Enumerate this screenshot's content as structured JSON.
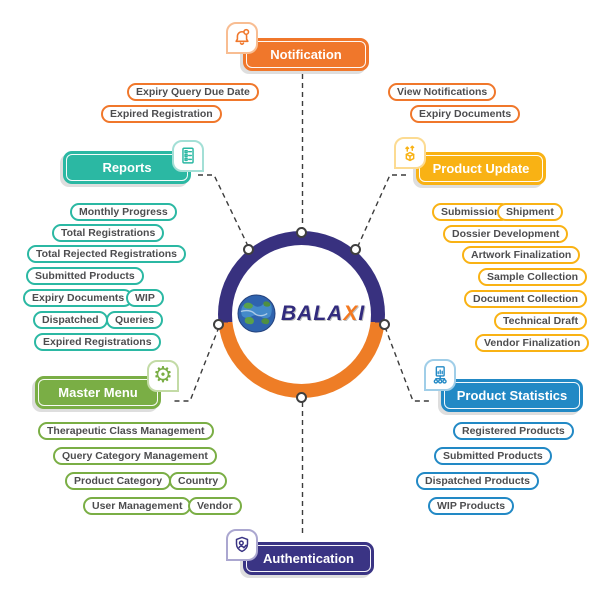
{
  "brand": {
    "prefix": "BALA",
    "accent": "X",
    "suffix": "I",
    "navy": "#312A7D",
    "orange": "#F47920"
  },
  "colors": {
    "notification": "#F0772B",
    "reports": "#2BB8A3",
    "product_update": "#F9B214",
    "master_menu": "#7AAE45",
    "product_statistics": "#2289C5",
    "authentication": "#3A3484",
    "ring_top": "#38317F",
    "ring_bottom": "#EE7D26",
    "pill_text": "#4D4D4F",
    "connector": "#3C3C3C"
  },
  "icons": {
    "notification": "bell-icon",
    "reports": "report-document-icon",
    "product_update": "package-shipment-icon",
    "master_menu": "gear-icon",
    "product_statistics": "statistics-chart-icon",
    "authentication": "shield-user-icon",
    "center": "globe-icon"
  },
  "branches": {
    "notification": {
      "label": "Notification",
      "items_left": [
        "Expiry Query Due Date",
        "Expired Registration"
      ],
      "items_right": [
        "View Notifications",
        "Expiry Documents"
      ]
    },
    "reports": {
      "label": "Reports",
      "items": [
        "Monthly Progress",
        "Total Registrations",
        "Total Rejected Registrations",
        "Submitted Products",
        "Expiry Documents",
        "WIP",
        "Dispatched",
        "Queries",
        "Expired Registrations"
      ]
    },
    "product_update": {
      "label": "Product Update",
      "items": [
        "Submission",
        "Shipment",
        "Dossier Development",
        "Artwork Finalization",
        "Sample Collection",
        "Document Collection",
        "Technical Draft",
        "Vendor Finalization"
      ]
    },
    "master_menu": {
      "label": "Master Menu",
      "items": [
        "Therapeutic Class Management",
        "Query Category Management",
        "Product Category",
        "Country",
        "User Management",
        "Vendor"
      ]
    },
    "product_statistics": {
      "label": "Product Statistics",
      "items": [
        "Registered Products",
        "Submitted Products",
        "Dispatched Products",
        "WIP Products"
      ]
    },
    "authentication": {
      "label": "Authentication",
      "items": []
    }
  }
}
